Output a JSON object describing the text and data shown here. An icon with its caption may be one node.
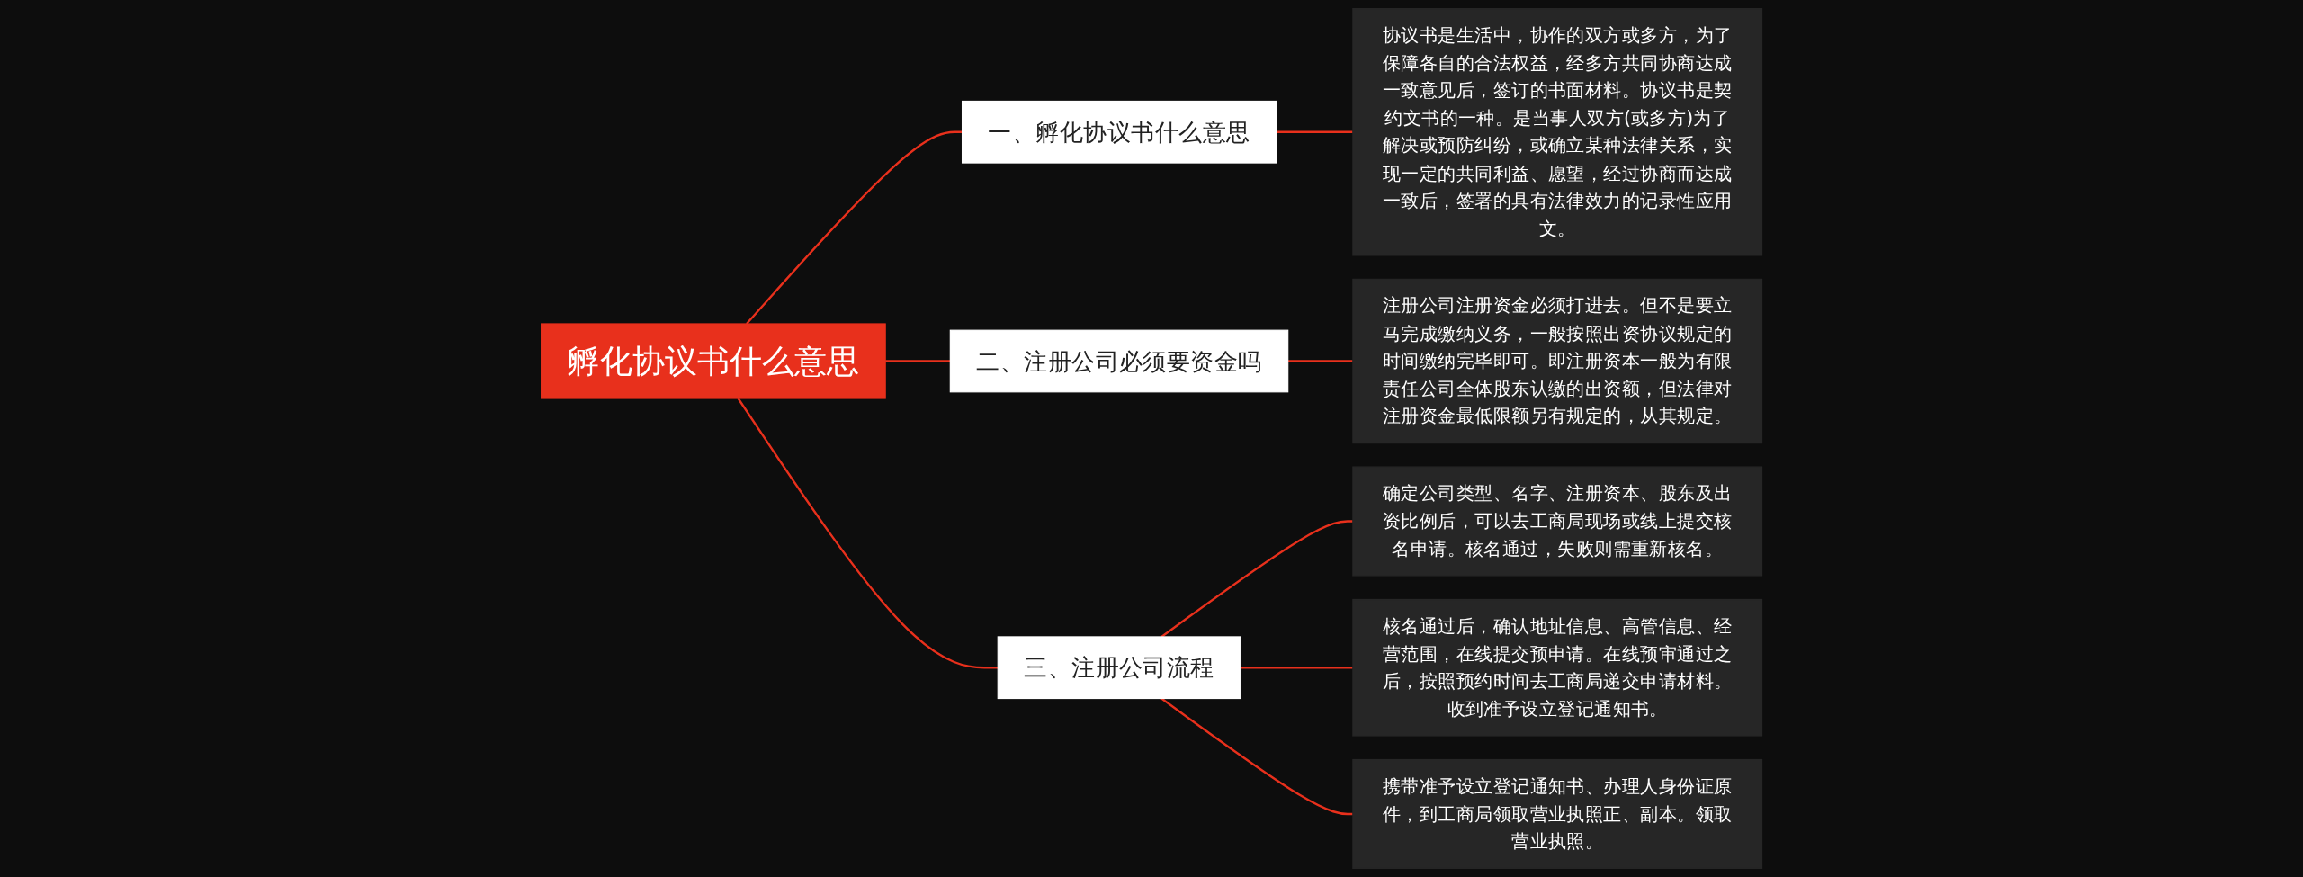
{
  "diagram": {
    "nodes": [
      {
        "text": [
          "孵化协议书什么意思"
        ]
      },
      {
        "text": [
          "一、孵化协议书什么意思"
        ]
      },
      {
        "text": [
          "协议书是生活中，协作的双方或多方，为了保障各自的合法权益，经多方共同协商达成一致意见后，签订的书面材料。协议书是契约文书的一种。是当事人双方(或多方)为了解决或预防纠纷，或确立某种法律关系，实现一定的共同利益、愿望，经过协商而达成一致后，签署的具有法律效力的记录性应用文。"
        ]
      },
      {
        "text": [
          "二、注册公司必须要资金吗"
        ]
      },
      {
        "text": [
          "注册公司注册资金必须打进去。但不是要立马完成缴纳义务，一般按照出资协议规定的时间缴纳完毕即可。即注册资本一般为有限责任公司全体股东认缴的出资额，但法律对注册资金最低限额另有规定的，从其规定。"
        ]
      },
      {
        "text": [
          "三、注册公司流程"
        ]
      },
      {
        "text": [
          "确定公司类型、名字、注册资本、股东及出资比例后，可以去工商局现场或线上提交核名申请。核名通过，失败则需重新核名。"
        ]
      },
      {
        "text": [
          "核名通过后，确认地址信息、高管信息、经营范围，在线提交预申请。在线预审通过之后，按照预约时间去工商局递交申请材料。收到准予设立登记通知书。"
        ]
      },
      {
        "text": [
          "携带准予设立登记通知书、办理人身份证原件，到工商局领取营业执照正、副本。领取营业执照。"
        ]
      }
    ],
    "edges": [
      {
        "from": 0,
        "to": 1,
        "arrow": "none"
      },
      {
        "from": 1,
        "to": 2,
        "arrow": "none"
      },
      {
        "from": 0,
        "to": 3,
        "arrow": "none"
      },
      {
        "from": 3,
        "to": 4,
        "arrow": "none"
      },
      {
        "from": 0,
        "to": 5,
        "arrow": "none"
      },
      {
        "from": 5,
        "to": 6,
        "arrow": "none"
      },
      {
        "from": 5,
        "to": 7,
        "arrow": "none"
      },
      {
        "from": 5,
        "to": 8,
        "arrow": "none"
      }
    ]
  }
}
